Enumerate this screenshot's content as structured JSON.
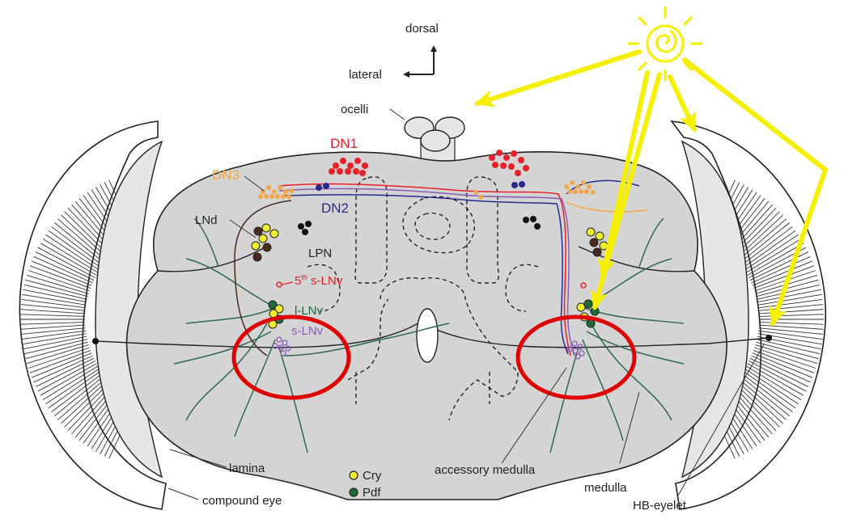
{
  "orientation": {
    "dorsal": "dorsal",
    "lateral": "lateral"
  },
  "structures": {
    "ocelli": "ocelli",
    "lamina": "lamina",
    "compound_eye": "compound eye",
    "accessory_medulla": "accessory medulla",
    "medulla": "medulla",
    "hb_eyelet": "HB-eyelet"
  },
  "neuron_groups": {
    "dn1": "DN1",
    "dn2": "DN2",
    "dn3": "DN3",
    "lnd": "LNd",
    "lpn": "LPN",
    "fifth_slnv_num": "5",
    "fifth_slnv_sup": "th",
    "fifth_slnv_rest": " s-LNv",
    "l_lnv": "l-LNv",
    "s_lnv": "s-LNv"
  },
  "legend": {
    "cry": "Cry",
    "pdf": "Pdf"
  },
  "colors": {
    "brain": "#d4d4d4",
    "light_arrows": "#f5f000",
    "dn1": "#e8202a",
    "dn3": "#f2a64a",
    "dn2": "#2a2a8c",
    "lnd_brown": "#4a2a1a",
    "cry_yellow": "#f0ec30",
    "pdf_green": "#1f6b3a",
    "s_lnv": "#8a5bb8",
    "highlight_circles": "#e00000"
  }
}
